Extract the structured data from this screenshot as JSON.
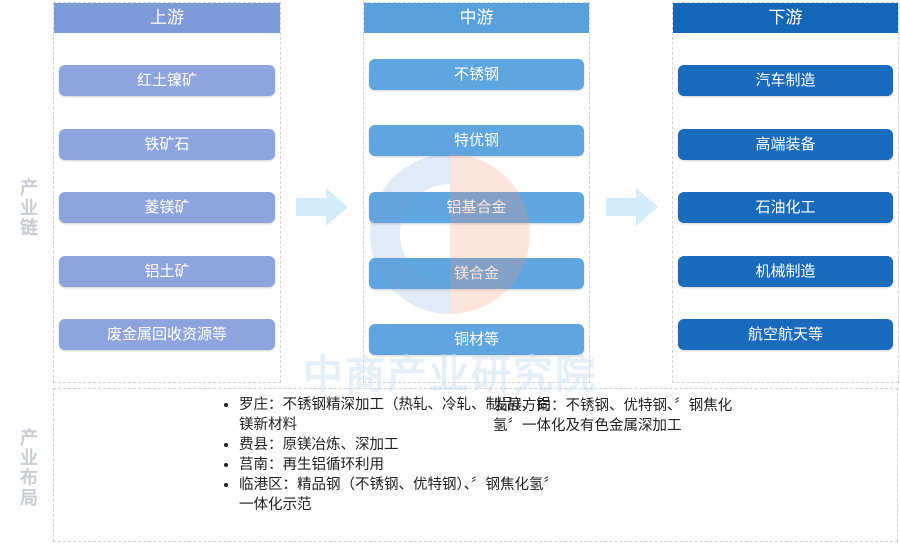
{
  "side_labels": {
    "chain": "产业链",
    "layout": "产业布局"
  },
  "columns": [
    {
      "title": "上游",
      "header_color": "#7f9ad8",
      "item_color": "#8ea4dc",
      "items": [
        "红土镍矿",
        "铁矿石",
        "菱镁矿",
        "铝土矿",
        "废金属回收资源等"
      ]
    },
    {
      "title": "中游",
      "header_color": "#5aa0dc",
      "item_color": "#5fa5e0",
      "items": [
        "不锈钢",
        "特优钢",
        "铝基合金",
        "镁合金",
        "铜材等"
      ]
    },
    {
      "title": "下游",
      "header_color": "#1467b8",
      "item_color": "#1a6bbd",
      "items": [
        "汽车制造",
        "高端装备",
        "石油化工",
        "机械制造",
        "航空航天等"
      ]
    }
  ],
  "watermark": "中商产业研究院",
  "layout": {
    "bullets": [
      "罗庄：不锈钢精深加工（热轧、冷轧、制品）、铝镁新材料",
      "费县：原镁冶炼、深加工",
      "莒南：再生铝循环利用",
      "临港区：精品钢（不锈钢、优特钢）、〞钢焦化氢〞一体化示范"
    ],
    "direction": "发展方向：不锈钢、优特钢、〞钢焦化氢〞一体化及有色金属深加工"
  },
  "colors": {
    "arrow": "#d3ecfa",
    "side_label": "#c9ccd2",
    "border": "#d0d4da"
  }
}
